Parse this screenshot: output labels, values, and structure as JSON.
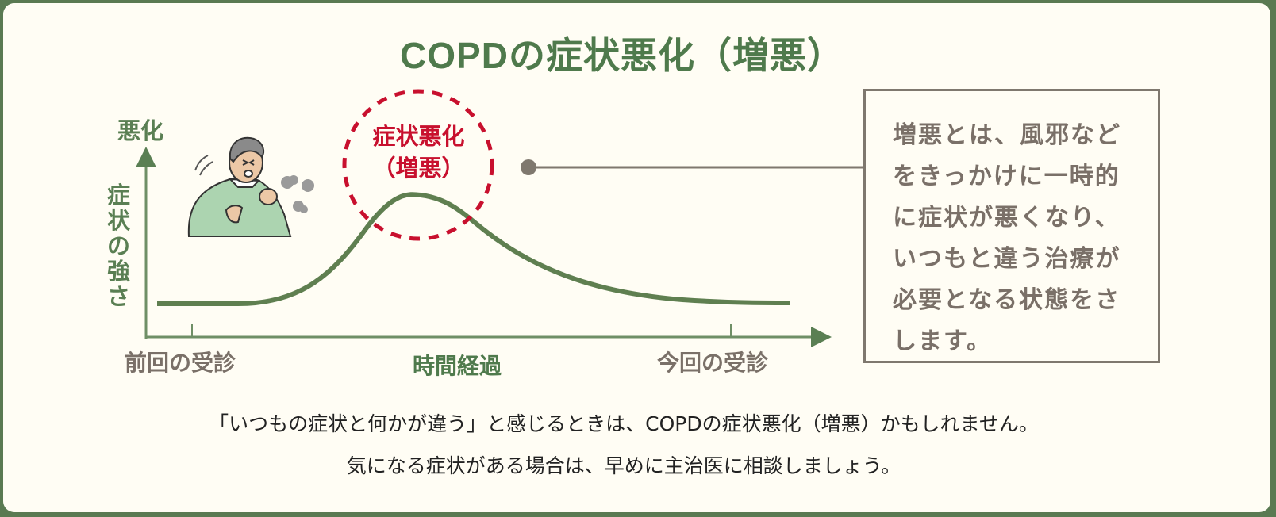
{
  "title": "COPDの症状悪化（増悪）",
  "colors": {
    "frame": "#5a7a52",
    "background": "#fffdf4",
    "curve": "#5f7f50",
    "axis": "#6f8f66",
    "peak_circle": "#c8102e",
    "callout": "#7f786e"
  },
  "chart_data": {
    "type": "line",
    "title": "COPDの症状悪化（増悪）",
    "xlabel": "時間経過",
    "ylabel": "症状の強さ",
    "y_arrow_label": "悪化",
    "x_ticks": [
      {
        "label": "前回の受診",
        "x": 0
      },
      {
        "label": "今回の受診",
        "x": 10
      }
    ],
    "grid": false,
    "series": [
      {
        "name": "症状の強さ",
        "x": [
          -0.6,
          0.8,
          2.0,
          3.0,
          3.6,
          4.2,
          4.8,
          5.5,
          6.5,
          7.5,
          8.5,
          9.5,
          11.0
        ],
        "values": [
          1.0,
          1.0,
          1.6,
          3.8,
          5.3,
          5.7,
          5.2,
          4.0,
          2.7,
          1.9,
          1.4,
          1.1,
          1.0
        ]
      }
    ],
    "annotations": [
      {
        "text": "症状悪化（増悪）",
        "target": "peak",
        "style": "red dashed circle"
      },
      {
        "text": "増悪とは、風邪などをきっかけに一時的に症状が悪くなり、いつもと違う治療が必要となる状態をさします。",
        "style": "callout box"
      }
    ]
  },
  "axes": {
    "y_top_label": "悪化",
    "y_label": "症状の強さ",
    "x_label": "時間経過",
    "x_tick_left": "前回の受診",
    "x_tick_right": "今回の受診"
  },
  "peak": {
    "line1": "症状悪化",
    "line2": "（増悪）"
  },
  "illustration": {
    "icon": "coughing-man-illustration"
  },
  "callout": {
    "text": "増悪とは、風邪などをきっかけに一時的に症状が悪くなり、いつもと違う治療が必要となる状態をさします。"
  },
  "footer": {
    "line1": "「いつもの症状と何かが違う」と感じるときは、COPDの症状悪化（増悪）かもしれません。",
    "line2": "気になる症状がある場合は、早めに主治医に相談しましょう。"
  }
}
